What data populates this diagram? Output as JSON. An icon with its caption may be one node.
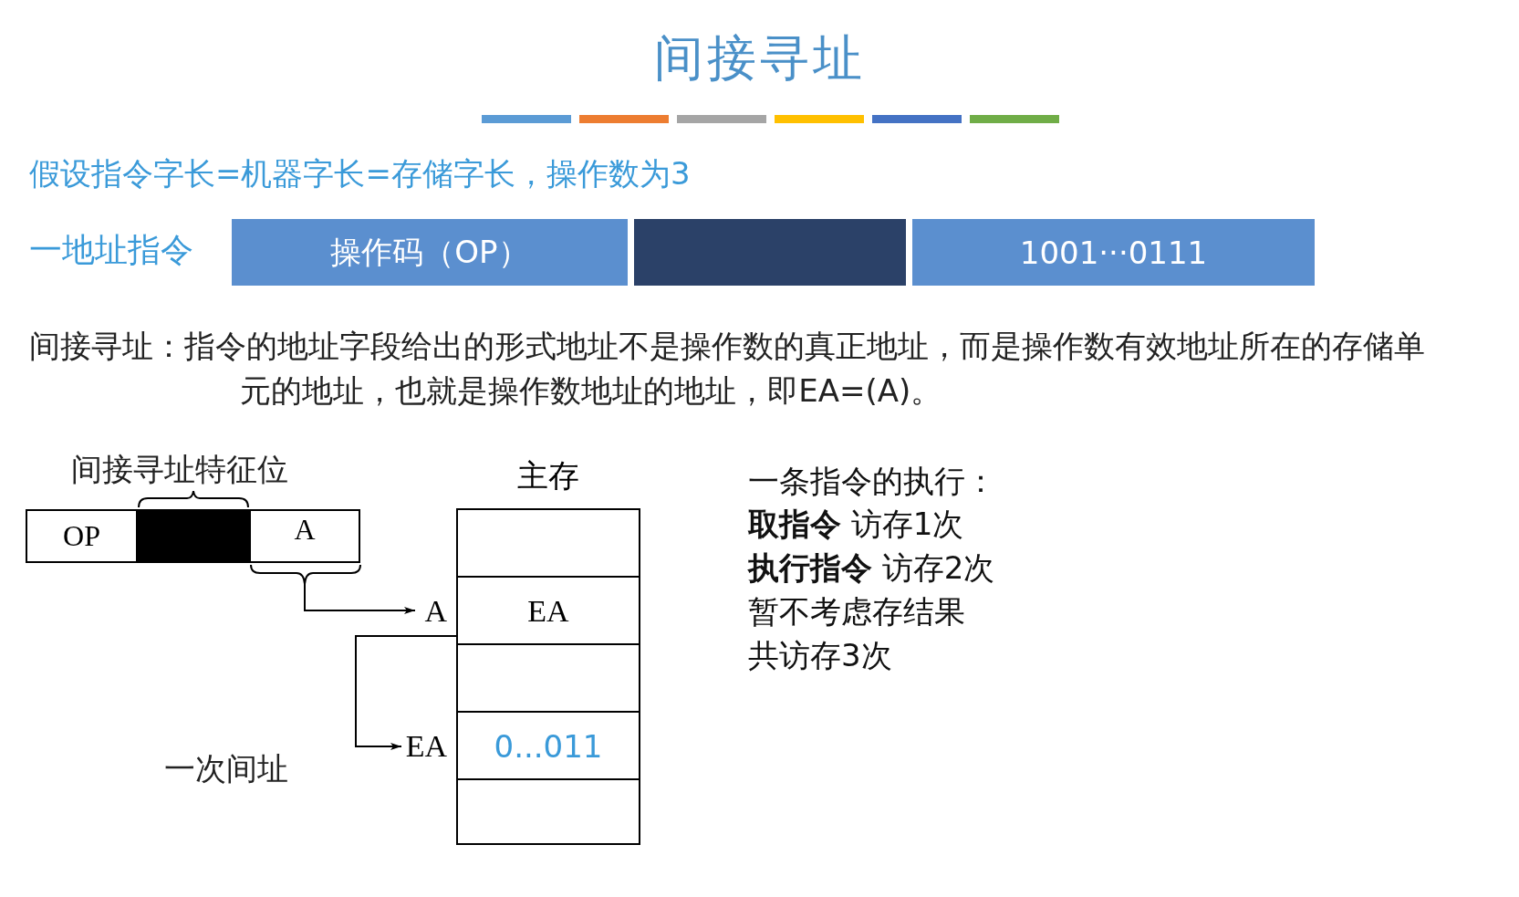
{
  "diagram": {
    "title": "间接寻址",
    "nodes": [
      {
        "text": [
          "操作码（OP）"
        ]
      },
      {
        "text": [],
        "shape": "box"
      },
      {
        "text": [
          "1001···0111"
        ]
      },
      {
        "text": [
          "OP"
        ]
      },
      {
        "text": [],
        "shape": "box"
      },
      {
        "text": [
          "A"
        ]
      },
      {
        "text": [
          "主存"
        ]
      },
      {
        "text": [],
        "shape": "box",
        "in": 6
      },
      {
        "text": [
          "EA"
        ],
        "in": 6,
        "beside": [
          "A"
        ]
      },
      {
        "text": [],
        "shape": "box",
        "in": 6
      },
      {
        "text": [
          "0...011"
        ],
        "in": 6,
        "beside": [
          "EA"
        ]
      },
      {
        "text": [],
        "shape": "box",
        "in": 6
      }
    ],
    "edges": [
      {
        "from": 5,
        "to": 8,
        "arrow": "to"
      },
      {
        "from": 8,
        "to": 10,
        "arrow": "to"
      }
    ],
    "labels": [
      "假设指令字长=机器字长=存储字长，操作数为3",
      "一地址指令",
      "间接寻址：指令的地址字段给出的形式地址不是操作数的真正地址，而是操作数有效地址所在的存储单元的地址，也就是操作数地址的地址，即EA=(A)。",
      "间接寻址特征位",
      "一次间址",
      "一条指令的执行：",
      "**取指令** 访存1次",
      "**执行指令** 访存2次",
      "暂不考虑存结果",
      "共访存3次"
    ]
  }
}
